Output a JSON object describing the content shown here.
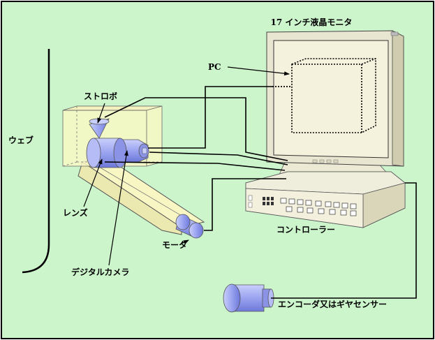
{
  "labels": {
    "monitor": "17 インチ液晶モニタ",
    "pc": "PC",
    "strobe": "ストロボ",
    "web": "ウェブ",
    "lens": "レンズ",
    "digital_camera": "デジタルカメラ",
    "motor": "モータ",
    "controller": "コントローラー",
    "encoder": "エンコーダ又はギヤセンサー"
  },
  "colors": {
    "background": "#ccf5cc",
    "frame_border": "#000000",
    "housing_fill": "#f8f7c4",
    "camera_blue": "#9da6f2",
    "device_beige": "#f1efda",
    "device_shade": "#d8d5b8"
  }
}
